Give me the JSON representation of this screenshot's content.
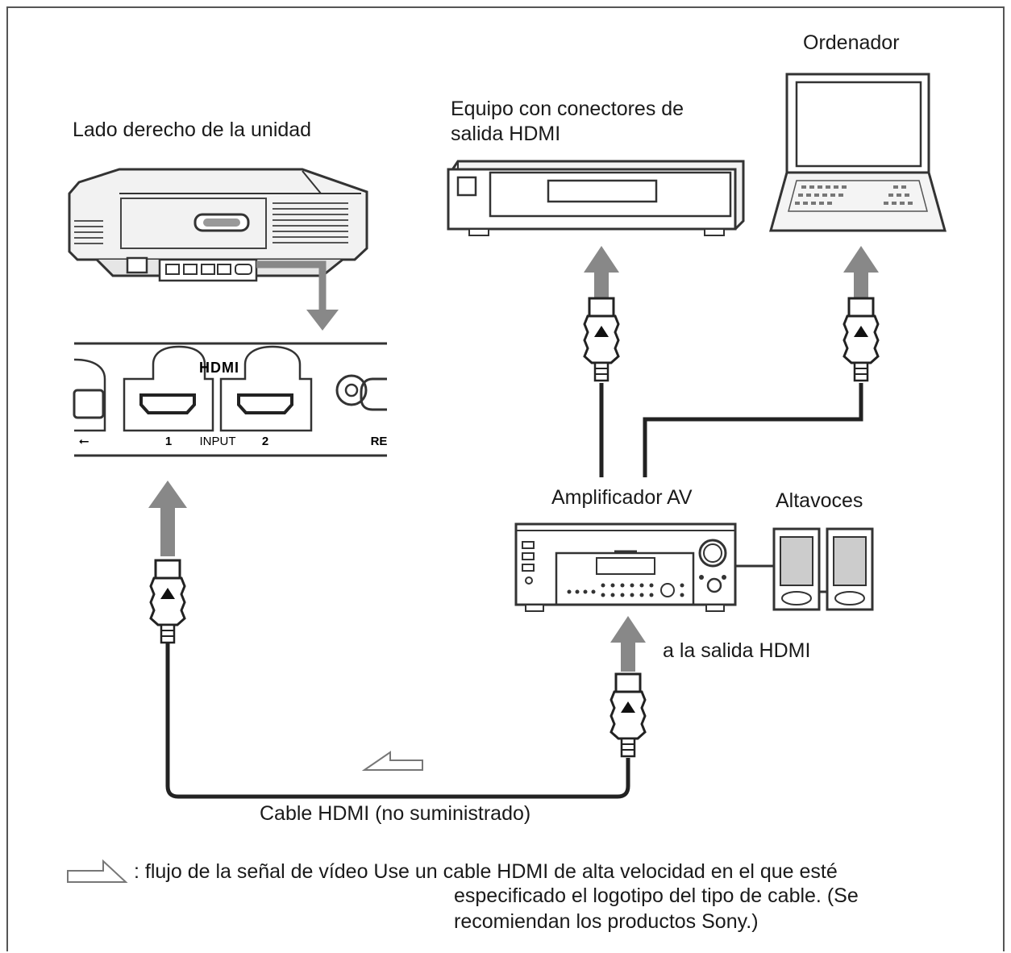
{
  "labels": {
    "projector_side": "Lado derecho de la unidad",
    "hdmi_equipment_line1": "Equipo con conectores de",
    "hdmi_equipment_line2": "salida HDMI",
    "computer": "Ordenador",
    "av_amplifier": "Amplificador AV",
    "speakers": "Altavoces",
    "to_hdmi_output": "a la salida HDMI",
    "hdmi_cable": "Cable HDMI (no suministrado)"
  },
  "panel": {
    "hdmi_logo": "HDMI",
    "port_1": "1",
    "input_label": "INPUT",
    "port_2": "2",
    "rs_label": "RE"
  },
  "legend": {
    "line1": ": flujo de la señal de vídeo Use un cable HDMI de alta velocidad en el que esté",
    "line2": "especificado el logotipo del tipo de cable. (Se",
    "line3": "recomiendan los productos Sony.)"
  }
}
